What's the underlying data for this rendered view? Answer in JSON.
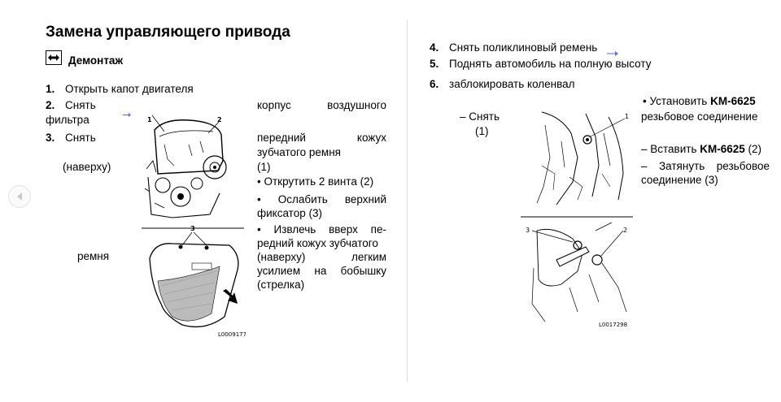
{
  "title": "Замена управляющего привода",
  "section": {
    "label": "Демонтаж",
    "icon": "disassembly-icon"
  },
  "left": {
    "step1": {
      "num": "1.",
      "text": "Открыть капот двигателя"
    },
    "step2": {
      "num": "2.",
      "text_a": "Снять",
      "text_b": "фильтра",
      "text_c": "корпус воздушного"
    },
    "step3": {
      "num": "3.",
      "text_a": "Снять",
      "text_b": "(наверху)",
      "text_c": "ремня",
      "right_1": "передний кожух",
      "right_2": "зубчатого ремня",
      "right_3": "(1)",
      "bullet_1": "• Открутить 2 винта (2)",
      "bullet_2a": "• Ослабить верхний",
      "bullet_2b": "фиксатор (3)",
      "bullet_3a": "• Извлечь вверх пе-",
      "bullet_3b": "редний кожух зубчатого",
      "bullet_3c": "(наверху) легким",
      "bullet_3d": "усилием на бобышку",
      "bullet_3e": "(стрелка)"
    },
    "figure": {
      "top_callout_1": "1",
      "top_callout_2": "2",
      "bottom_callout": "3",
      "code": "L0009177"
    }
  },
  "right": {
    "step4": {
      "num": "4.",
      "text": "Снять поликлиновый ремень"
    },
    "step5": {
      "num": "5.",
      "text": "Поднять автомобиль на полную высоту"
    },
    "step6": {
      "num": "6.",
      "text": "заблокировать коленвал"
    },
    "sub_a": "– Снять",
    "sub_b": "(1)",
    "bullet_1a": "• Установить",
    "bullet_1_kw": "KM-6625",
    "bullet_1b": "резьбовое соединение",
    "bullet_2a": "– Вставить",
    "bullet_2_kw": "KM-6625",
    "bullet_2b": "(2)",
    "bullet_3a": "– Затянуть резьбовое",
    "bullet_3b": "соединение (3)",
    "figure": {
      "top_callout": "1",
      "bottom_callout_3": "3",
      "bottom_callout_2": "2",
      "code": "L0017298"
    }
  },
  "colors": {
    "link_arrow": "#5a6bd8"
  }
}
